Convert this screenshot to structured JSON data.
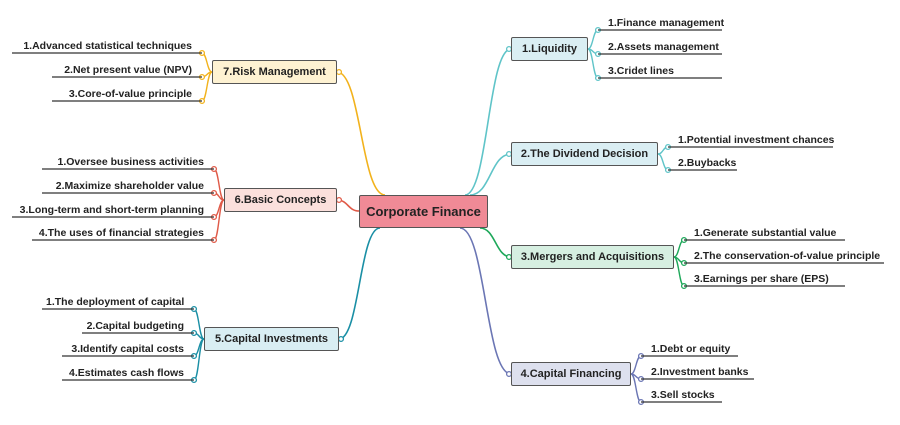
{
  "root": {
    "label": "Corporate Finance",
    "color": "#f08a96"
  },
  "branches": [
    {
      "label": "1.Liquidity",
      "fill": "#daeef3",
      "line": "#5fc4c8",
      "children": [
        "1.Finance management",
        "2.Assets management",
        "3.Cridet lines"
      ]
    },
    {
      "label": "2.The Dividend Decision",
      "fill": "#daeef3",
      "line": "#5fc4c8",
      "children": [
        "1.Potential investment chances",
        "2.Buybacks"
      ]
    },
    {
      "label": "3.Mergers and Acquisitions",
      "fill": "#d6efe1",
      "line": "#1ea85a",
      "children": [
        "1.Generate substantial value",
        "2.The conservation-of-value principle",
        "3.Earnings per share (EPS)"
      ]
    },
    {
      "label": "4.Capital Financing",
      "fill": "#dde0ee",
      "line": "#6b76b4",
      "children": [
        "1.Debt or equity",
        "2.Investment banks",
        "3.Sell stocks"
      ]
    },
    {
      "label": "5.Capital Investments",
      "fill": "#d9eef3",
      "line": "#1a8fa5",
      "children": [
        "1.The deployment of capital",
        "2.Capital budgeting",
        "3.Identify capital costs",
        "4.Estimates cash flows"
      ]
    },
    {
      "label": "6.Basic Concepts",
      "fill": "#fbe0dc",
      "line": "#e05a48",
      "children": [
        "1.Oversee business activities",
        "2.Maximize shareholder value",
        "3.Long-term and short-term planning",
        "4.The uses of financial strategies"
      ]
    },
    {
      "label": "7.Risk Management",
      "fill": "#fef2d2",
      "line": "#f2b21c",
      "children": [
        "1.Advanced statistical techniques",
        "2.Net present value (NPV)",
        "3.Core-of-value principle"
      ]
    }
  ]
}
